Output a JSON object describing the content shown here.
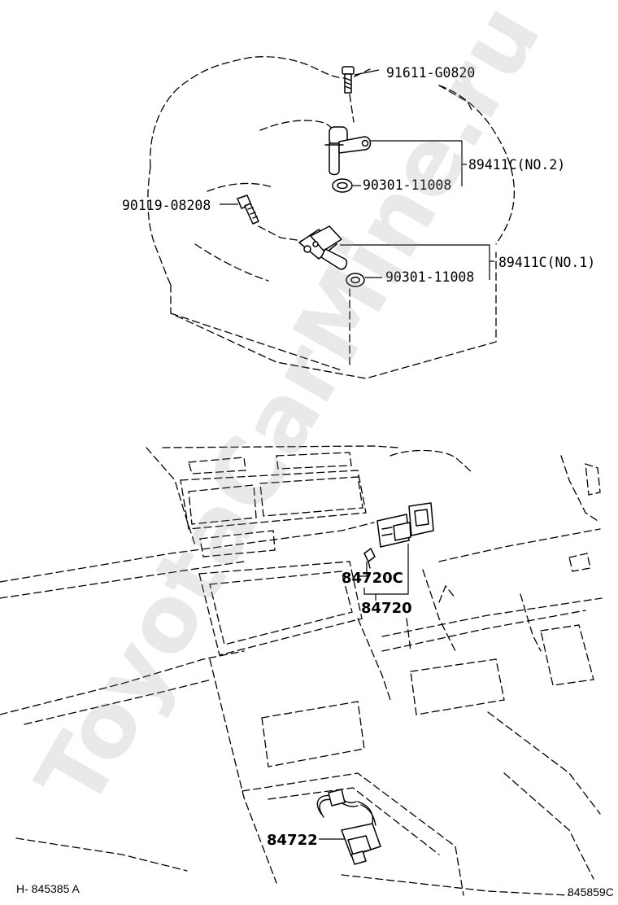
{
  "watermark": "ToyotaCarMine.ru",
  "callouts": {
    "bolt_top": "91611-G0820",
    "sensor_no2": "89411C(NO.2)",
    "oring_upper": "90301-11008",
    "bolt_left": "90119-08208",
    "sensor_no1": "89411C(NO.1)",
    "oring_lower": "90301-11008",
    "switch_clip": "84720C",
    "switch_assy": "84720",
    "shift_switch": "84722"
  },
  "footer": {
    "left_code": "H- 845385 A",
    "right_code": "845859C"
  }
}
